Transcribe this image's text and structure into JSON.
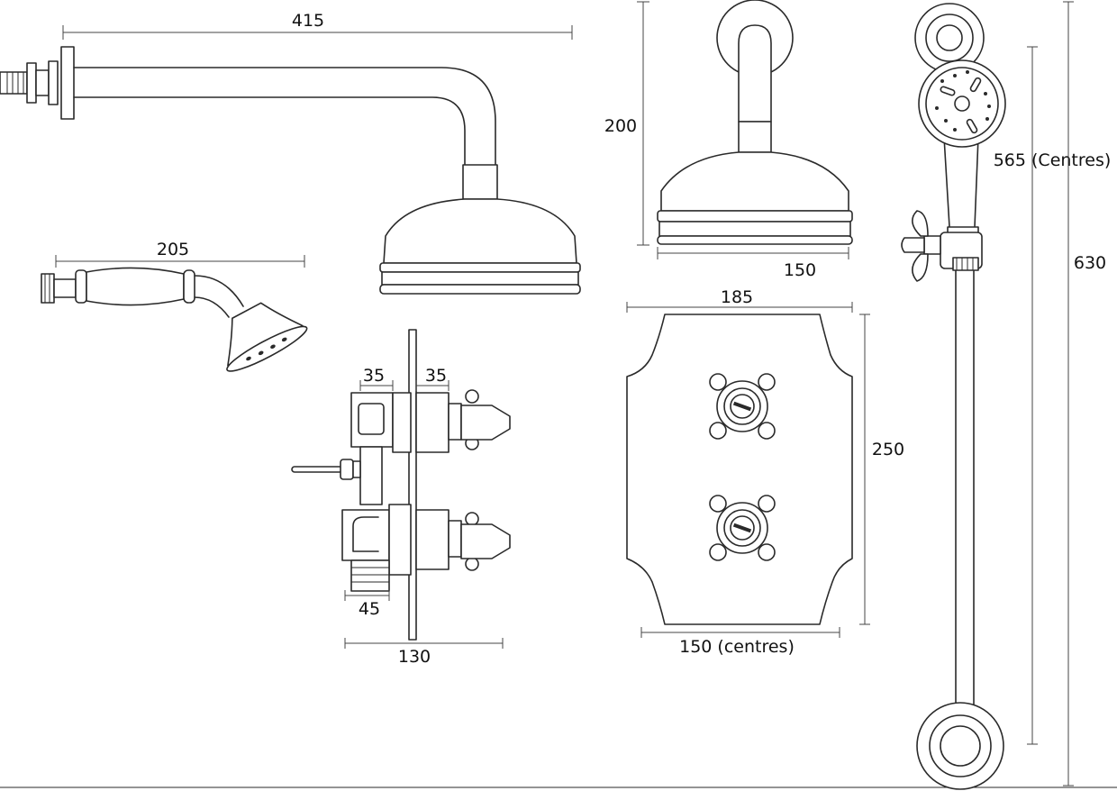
{
  "labels": {
    "arm_length": "415",
    "handset_length": "205",
    "arm_height": "200",
    "head_diameter": "150",
    "plate_width": "185",
    "plate_height": "250",
    "handle_centres": "150 (centres)",
    "valve_depth_a": "35",
    "valve_depth_b": "35",
    "valve_body": "45",
    "valve_overall": "130",
    "rail_centres": "565 (Centres)",
    "rail_overall": "630"
  }
}
